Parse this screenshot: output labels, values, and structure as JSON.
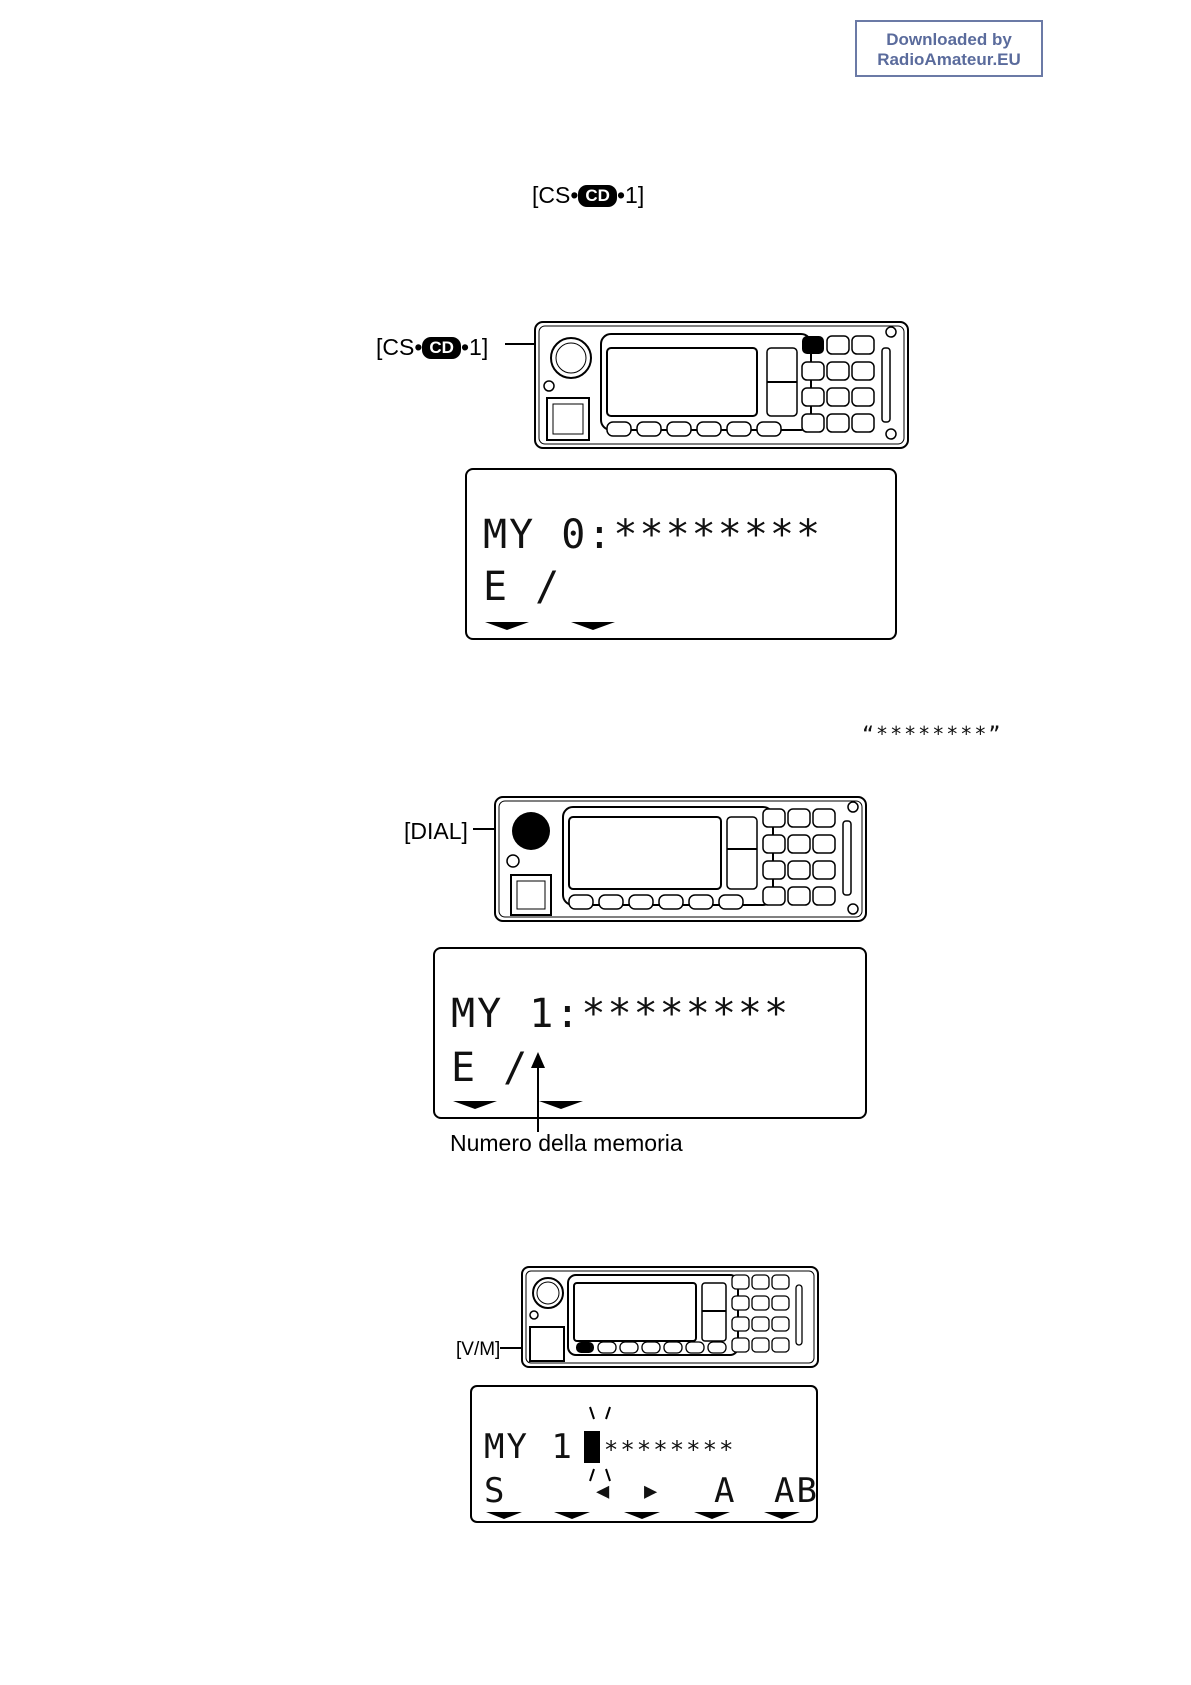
{
  "watermark": {
    "line1": "Downloaded by",
    "line2": "RadioAmateur.EU"
  },
  "step1": {
    "key_prefix": "[CS•",
    "key_badge": "CD",
    "key_suffix": "•1]",
    "callout_prefix": "[CS•",
    "callout_badge": "CD",
    "callout_suffix": "•1]",
    "lcd": {
      "line1": "MY 0:********",
      "line2": "E   /"
    }
  },
  "step2": {
    "quote": "“********”",
    "dial_label": "[DIAL]",
    "lcd": {
      "line1": "MY 1:********",
      "line2": "E   /"
    },
    "caption": "Numero della memoria"
  },
  "step3": {
    "vm_label": "[V/M]",
    "lcd": {
      "prefix": "MY 1",
      "suffix": "********",
      "softkeys": [
        "S",
        "◀",
        "▶",
        "A",
        "AB"
      ]
    }
  },
  "colors": {
    "ink": "#111111",
    "watermark": "#5a6b9c"
  }
}
